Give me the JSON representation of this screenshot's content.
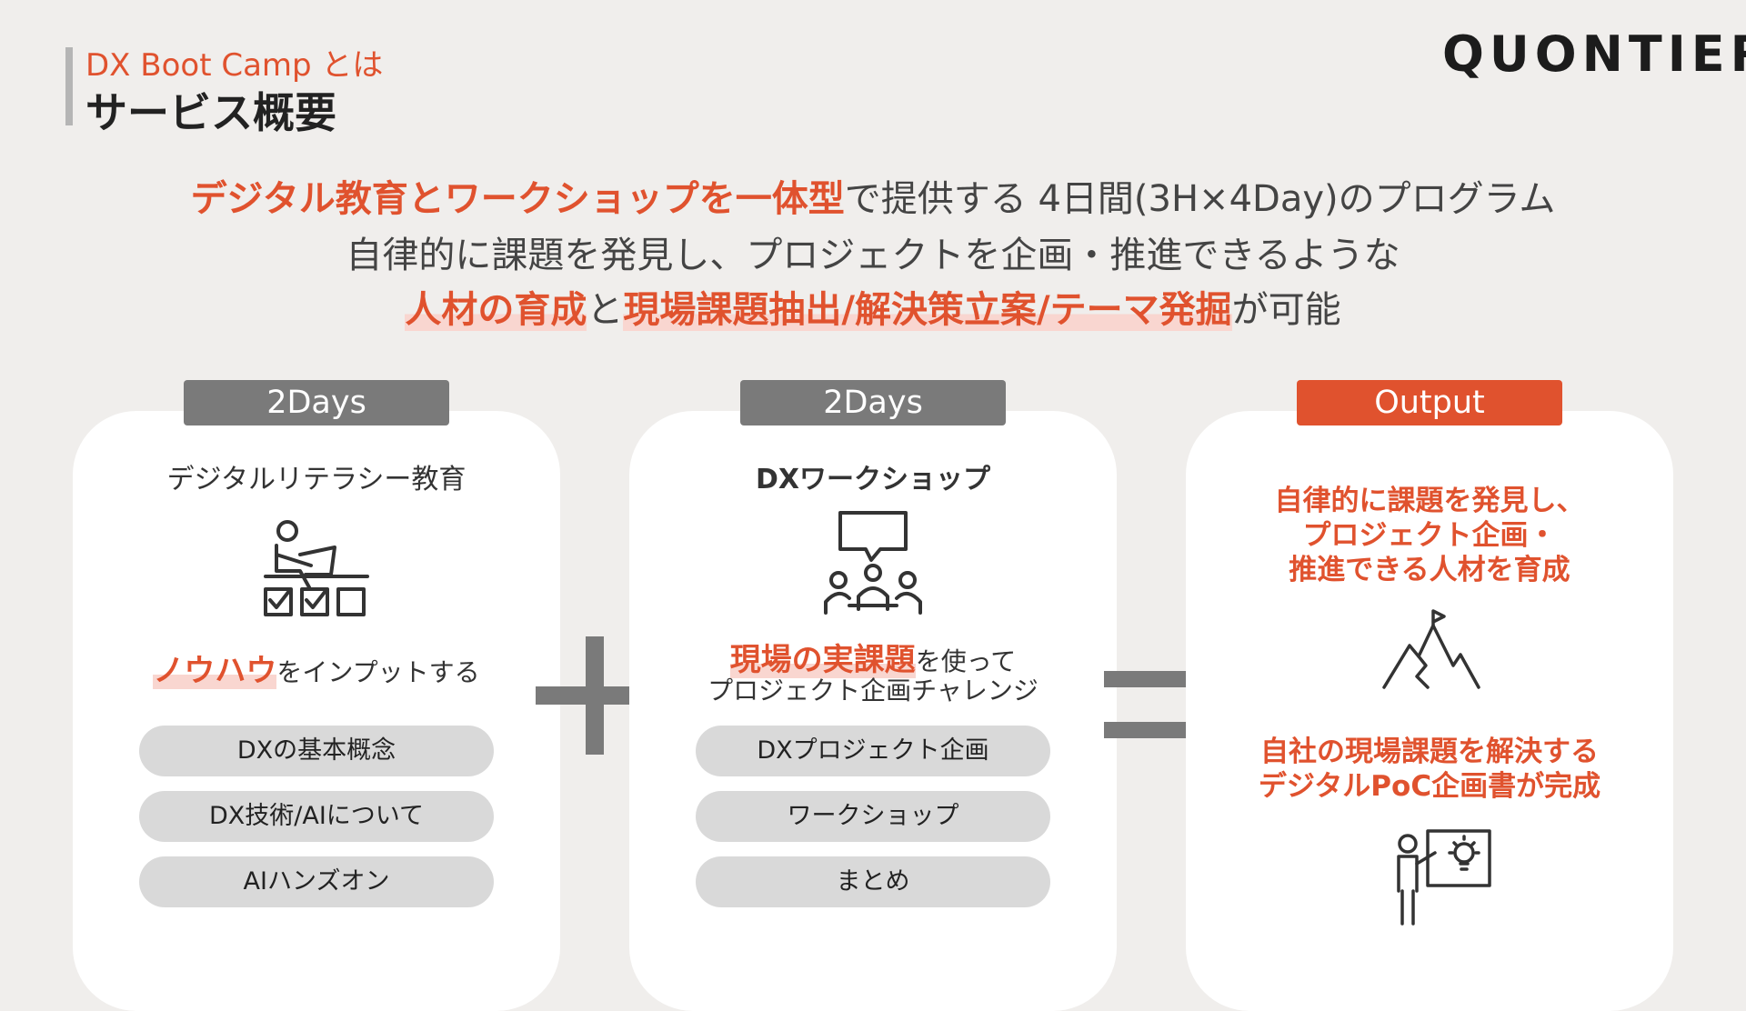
{
  "header": {
    "subtitle": "DX Boot Camp とは",
    "title": "サービス概要",
    "logo_text": "QUONTIER"
  },
  "headline": {
    "line1_emph": "デジタル教育とワークショップを一体型",
    "line1_rest": "で提供する 4日間(3H×4Day)のプログラム",
    "line2": "自律的に課題を発見し、プロジェクトを企画・推進できるような",
    "line3_emph1": "人材の育成",
    "line3_mid": "と",
    "line3_emph2": "現場課題抽出/解決策立案/テーマ発掘",
    "line3_rest": "が可能"
  },
  "cards": [
    {
      "tag": "2Days",
      "title": "デジタルリテラシー教育",
      "icon": "teacher-desk-icon",
      "desc_emph": "ノウハウ",
      "desc_rest": "をインプットする",
      "items": [
        "DXの基本概念",
        "DX技術/AIについて",
        "AIハンズオン"
      ]
    },
    {
      "tag": "2Days",
      "title": "DXワークショップ",
      "icon": "group-discussion-icon",
      "desc_emph": "現場の実課題",
      "desc_rest": "を使って",
      "desc_line2": "プロジェクト企画チャレンジ",
      "items": [
        "DXプロジェクト企画",
        "ワークショップ",
        "まとめ"
      ]
    },
    {
      "tag": "Output",
      "outcome1": [
        "自律的に課題を発見し、",
        "プロジェクト企画・",
        "推進できる人材を育成"
      ],
      "icon1": "mountain-flag-icon",
      "outcome2": [
        "自社の現場課題を解決する",
        "デジタルPoC企画書が完成"
      ],
      "icon2": "presenter-idea-icon"
    }
  ],
  "operators": [
    "plus-icon",
    "equals-icon"
  ],
  "colors": {
    "accent": "#e0522e",
    "tag_gray": "#7a7a7a",
    "pill_gray": "#d9d9d9",
    "background": "#f0eeec"
  }
}
